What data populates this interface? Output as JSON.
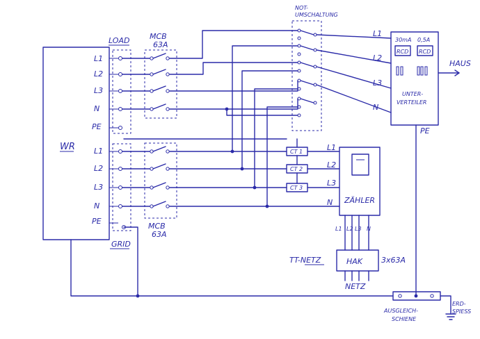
{
  "labels": {
    "wr": "WR",
    "load": "LOAD",
    "grid": "GRID",
    "mcb_top": "MCB",
    "mcb_top_rating": "63A",
    "mcb_bottom": "MCB",
    "mcb_bottom_rating": "63A",
    "notumschaltung_1": "NOT-",
    "notumschaltung_2": "UMSCHALTUNG",
    "unterverteiler_1": "UNTER-",
    "unterverteiler_2": "VERTEILER",
    "haus": "HAUS",
    "rcd_1": "RCD",
    "rcd_2": "RCD",
    "rcd_rating_1": "30mA",
    "rcd_rating_2": "0,5A",
    "zaehler": "ZÄHLER",
    "hak": "HAK",
    "hak_rating": "3x63A",
    "netz": "NETZ",
    "tt_netz": "TT-NETZ",
    "ausgleichschiene_1": "AUSGLEICH-",
    "ausgleichschiene_2": "SCHIENE",
    "erdspiess_1": "ERD-",
    "erdspiess_2": "SPIESS",
    "pe_uv": "PE",
    "ct1": "CT 1",
    "ct2": "CT 2",
    "ct3": "CT 3"
  },
  "load_phases": [
    "L1",
    "L2",
    "L3",
    "N",
    "PE"
  ],
  "grid_phases": [
    "L1",
    "L2",
    "L3",
    "N",
    "PE"
  ],
  "uv_phases": [
    "L1",
    "L2",
    "L3",
    "N"
  ],
  "meter_phases": [
    "L1",
    "L2",
    "L3",
    "N"
  ],
  "hak_phases": [
    "L1",
    "L2",
    "L3",
    "N"
  ]
}
